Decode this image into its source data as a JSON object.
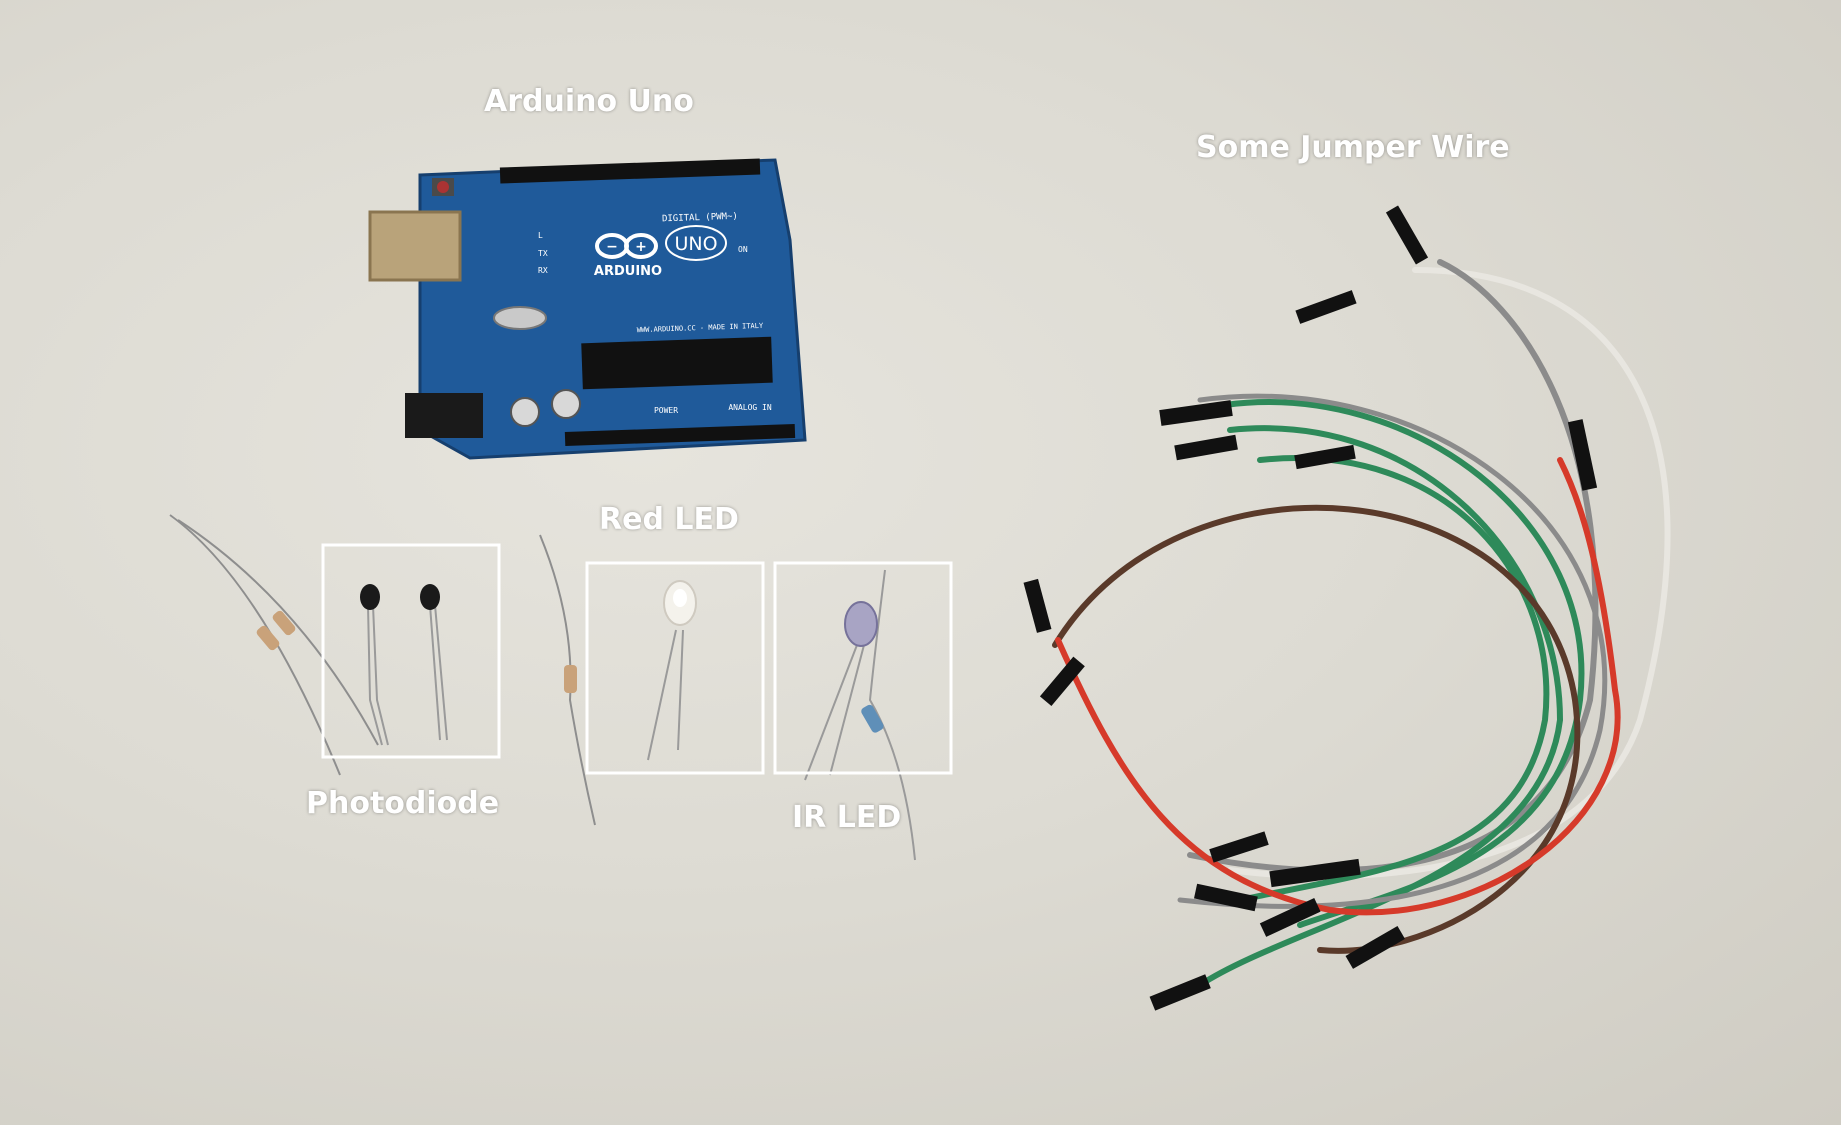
{
  "labels": {
    "arduino": "Arduino Uno",
    "jumper": "Some Jumper Wire",
    "red_led": "Red LED",
    "photodiode": "Photodiode",
    "ir_led": "IR LED"
  },
  "board": {
    "brand": "ARDUINO",
    "model": "UNO",
    "digital_label": "DIGITAL (PWM~)",
    "power_label": "POWER",
    "analog_label": "ANALOG IN",
    "url_text": "WWW.ARDUINO.CC - MADE IN ITALY",
    "on_label": "ON",
    "tx_label": "TX",
    "rx_label": "RX",
    "l_label": "L"
  },
  "colors": {
    "board_blue": "#1f5a9a",
    "wire_red": "#d63a2a",
    "wire_green": "#2e8a5a",
    "wire_gray": "#8b8b8b",
    "wire_white": "#e8e6e0",
    "wire_brown": "#5a3a2a",
    "highlight": "#ffffff"
  }
}
